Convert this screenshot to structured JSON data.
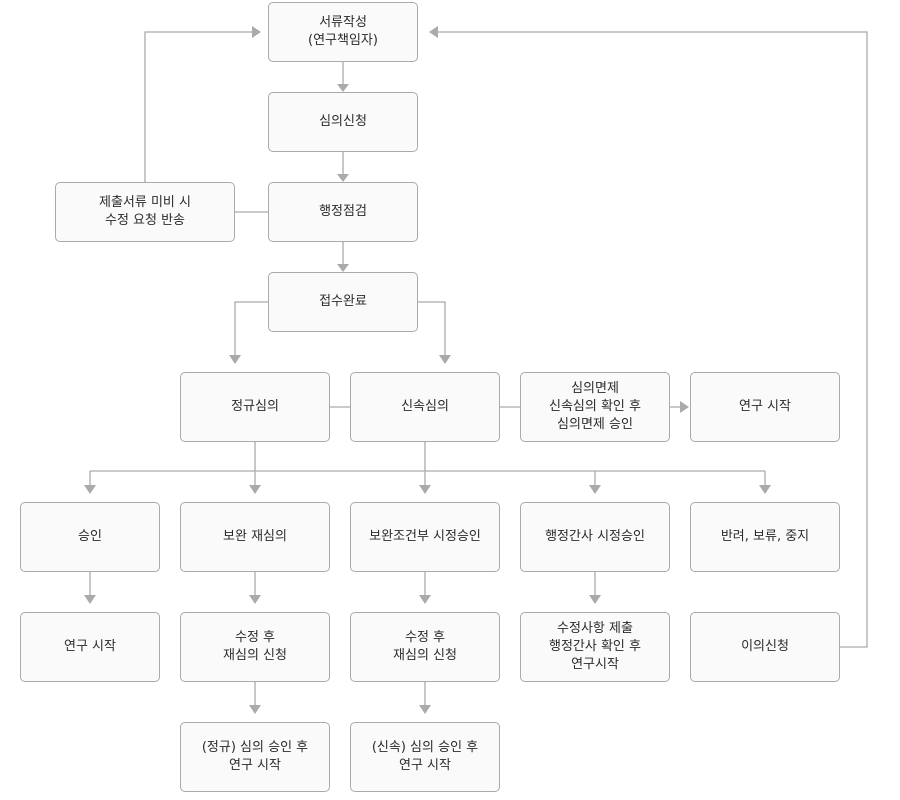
{
  "nodes": {
    "prepare": "서류작성\n(연구책임자)",
    "apply": "심의신청",
    "admin_check": "행정점검",
    "returned": "제출서류 미비 시\n수정 요청 반송",
    "received": "접수완료",
    "regular_review": "정규심의",
    "expedited_review": "신속심의",
    "exemption": "심의면제\n신속심의 확인 후\n심의면제 승인",
    "exempt_start": "연구 시작",
    "approve": "승인",
    "supplement_rereview": "보완 재심의",
    "conditional_approval": "보완조건부 시정승인",
    "admin_approval": "행정간사 시정승인",
    "reject": "반려, 보류, 중지",
    "approve_start": "연구 시작",
    "revise_rereview_1": "수정 후\n재심의 신청",
    "revise_rereview_2": "수정 후\n재심의 신청",
    "revision_submit": "수정사항 제출\n행정간사 확인 후\n연구시작",
    "appeal": "이의신청",
    "regular_final": "(정규) 심의 승인 후\n연구 시작",
    "expedited_final": "(신속) 심의 승인 후\n연구 시작"
  }
}
